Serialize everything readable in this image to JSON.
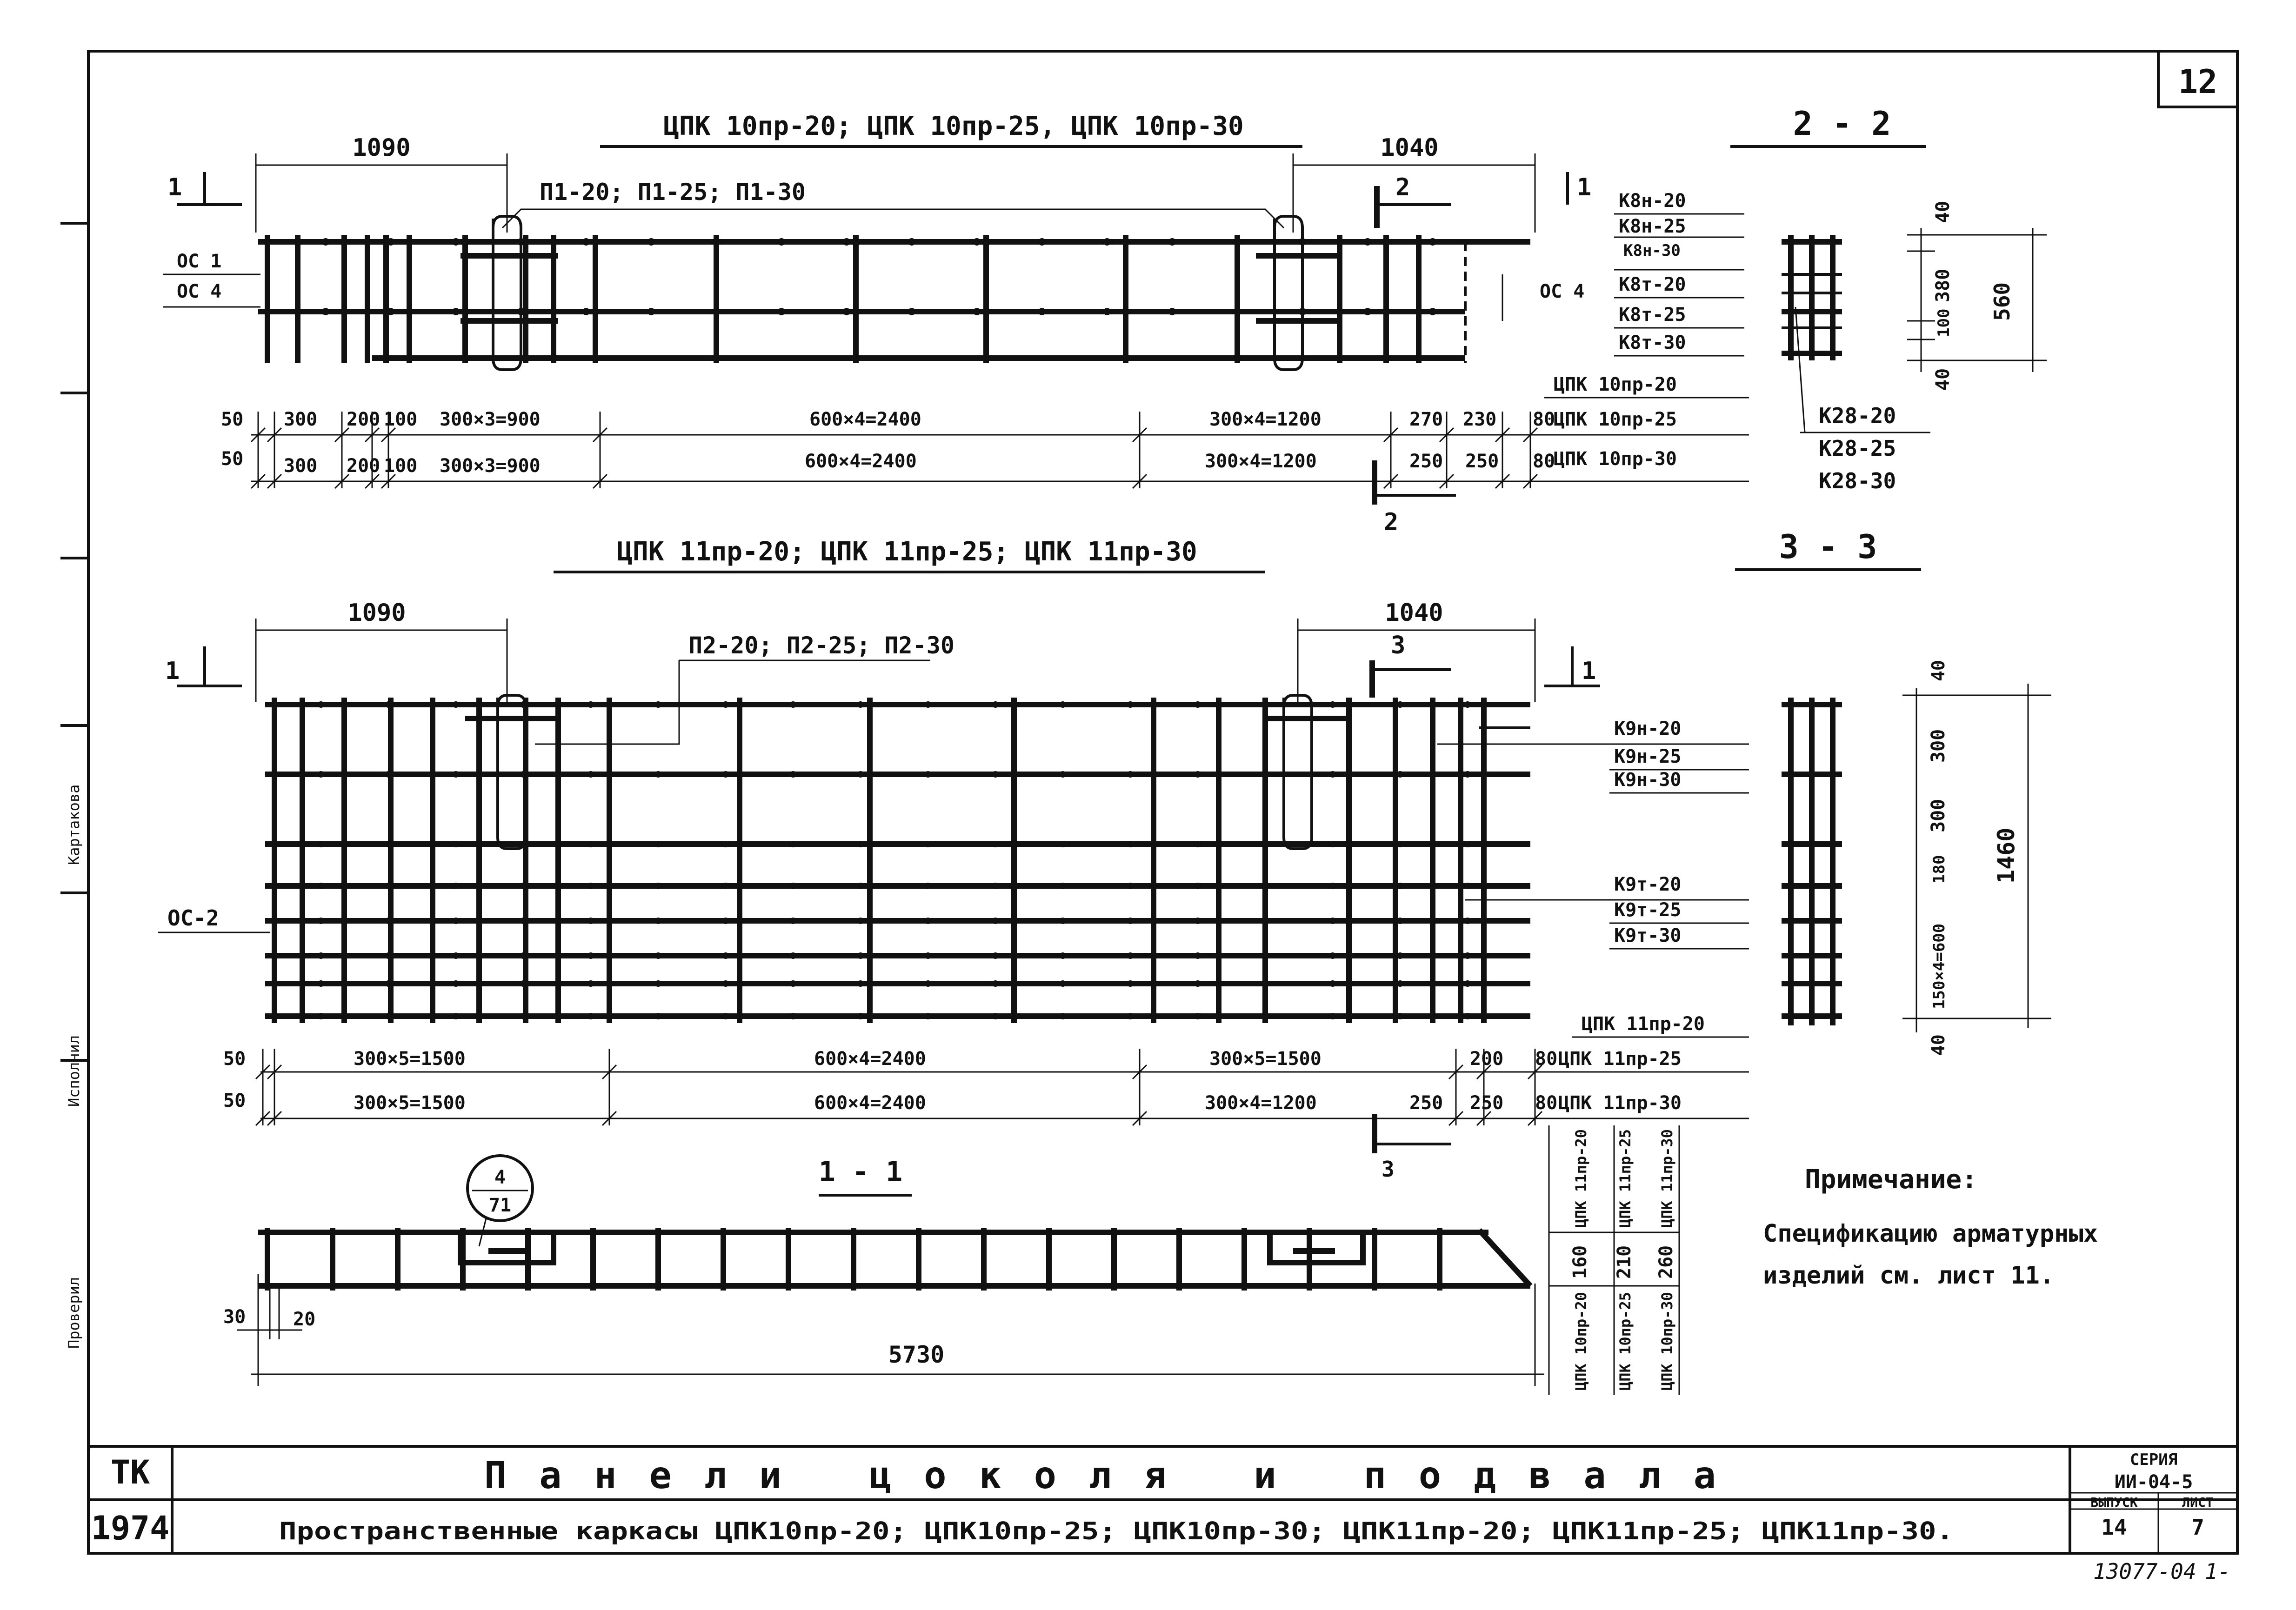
{
  "sheet": {
    "sheet_number": "12",
    "sheet_code": "13077-04",
    "sheet_code_suffix": "1-"
  },
  "frame1": {
    "title": "ЦПК 10пр-20; ЦПК 10пр-25, ЦПК 10пр-30",
    "dim_left": "1090",
    "dim_right": "1040",
    "loop_label": "П1-20; П1-25; П1-30",
    "cut_mark": "1",
    "section_mark": "2",
    "left_labels": [
      "ОС 1",
      "ОС 4"
    ],
    "right_label": "ОС 4",
    "dims_row1": [
      "50",
      "300",
      "200",
      "100",
      "300×3=900",
      "600×4=2400",
      "300×4=1200",
      "270",
      "230",
      "80"
    ],
    "dims_row2": [
      "50",
      "300",
      "200",
      "100",
      "300×3=900",
      "600×4=2400",
      "300×4=1200",
      "250",
      "250",
      "80"
    ],
    "models": [
      "ЦПК 10пр-20",
      "ЦПК 10пр-25",
      "ЦПК 10пр-30"
    ]
  },
  "frame2": {
    "title": "ЦПК 11пр-20; ЦПК 11пр-25; ЦПК 11пр-30",
    "dim_left": "1090",
    "dim_right": "1040",
    "loop_label": "П2-20; П2-25; П2-30",
    "cut_mark": "1",
    "section_mark": "3",
    "left_label": "ОС-2",
    "dims_row1": [
      "50",
      "300×5=1500",
      "600×4=2400",
      "300×5=1500",
      "200",
      "80"
    ],
    "dims_row2": [
      "50",
      "300×5=1500",
      "600×4=2400",
      "300×4=1200",
      "250",
      "250",
      "80"
    ],
    "models": [
      "ЦПК 11пр-20",
      "ЦПК 11пр-25",
      "ЦПК 11пр-30"
    ],
    "upper_grids": [
      "К9н-20",
      "К9н-25",
      "К9н-30"
    ],
    "lower_grids": [
      "К9т-20",
      "К9т-25",
      "К9т-30"
    ]
  },
  "section22": {
    "title": "2 - 2",
    "upper_grids": [
      "К8н-20",
      "К8н-25",
      "К8н-30"
    ],
    "lower_grids": [
      "К8т-20",
      "К8т-25",
      "К8т-30"
    ],
    "frames": [
      "К28-20",
      "К28-25",
      "К28-30"
    ],
    "dims": [
      "40",
      "380",
      "100",
      "40"
    ],
    "total": "560"
  },
  "section33": {
    "title": "3 - 3",
    "dims": [
      "40",
      "300",
      "300",
      "180",
      "150×4=600",
      "40"
    ],
    "total": "1460"
  },
  "section11": {
    "title": "1 - 1",
    "detail_num": "4",
    "detail_sheet": "71",
    "dim_30": "30",
    "dim_20": "20",
    "length": "5730",
    "table": {
      "top": [
        "ЦПК 11пр-20",
        "ЦПК 11пр-25",
        "ЦПК 11пр-30"
      ],
      "values": [
        "160",
        "210",
        "260"
      ],
      "bottom": [
        "ЦПК 10пр-20",
        "ЦПК 10пр-25",
        "ЦПК 10пр-30"
      ]
    }
  },
  "note": {
    "heading": "Примечание:",
    "line1": "Спецификацию арматурных",
    "line2": "изделий см. лист 11."
  },
  "side_stamp": {
    "role1": "Исполнил",
    "name1": "Картакова",
    "role2": "Проверил"
  },
  "title_block": {
    "org": "ТК",
    "year": "1974",
    "title": "Панели цоколя и подвала",
    "subtitle": "Пространственные каркасы ЦПК10пр-20; ЦПК10пр-25; ЦПК10пр-30; ЦПК11пр-20; ЦПК11пр-25; ЦПК11пр-30.",
    "series_label": "СЕРИЯ",
    "series": "ИИ-04-5",
    "issue_label": "ВЫПУСК",
    "issue": "14",
    "sheet_label": "ЛИСТ",
    "sheet": "7"
  }
}
